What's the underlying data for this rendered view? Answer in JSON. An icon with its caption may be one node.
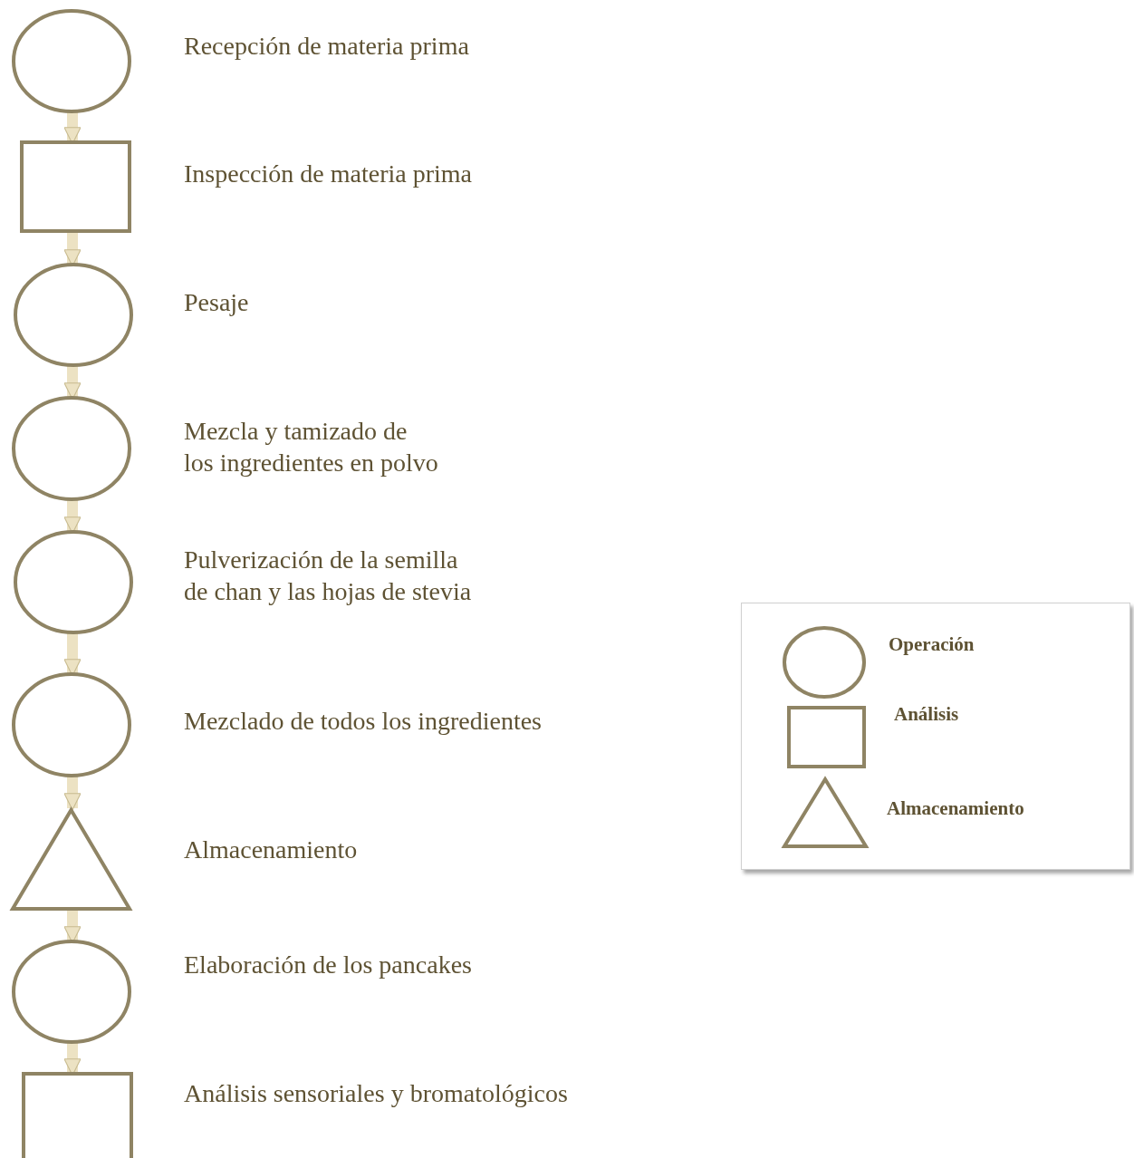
{
  "diagram": {
    "nodes": [
      {
        "text": [],
        "shape": "circle",
        "beside": [
          "Recepción de materia prima"
        ]
      },
      {
        "text": [],
        "shape": "box",
        "beside": [
          "Inspección de materia prima"
        ]
      },
      {
        "text": [],
        "shape": "circle",
        "beside": [
          "Pesaje"
        ]
      },
      {
        "text": [],
        "shape": "circle",
        "beside": [
          "Mezcla y tamizado de los ingredientes en polvo"
        ]
      },
      {
        "text": [],
        "shape": "circle",
        "beside": [
          "Pulverización de la semilla de chan y las hojas de stevia"
        ]
      },
      {
        "text": [],
        "shape": "circle",
        "beside": [
          "Mezclado de todos los ingredientes"
        ]
      },
      {
        "text": [],
        "shape": "triangle",
        "beside": [
          "Almacenamiento"
        ]
      },
      {
        "text": [],
        "shape": "circle",
        "beside": [
          "Elaboración de los pancakes"
        ]
      },
      {
        "text": [],
        "shape": "box",
        "beside": [
          "Análisis sensoriales y bromatológicos"
        ]
      }
    ],
    "edges": [
      {
        "from": 0,
        "to": 1,
        "arrow": "to"
      },
      {
        "from": 1,
        "to": 2,
        "arrow": "to"
      },
      {
        "from": 2,
        "to": 3,
        "arrow": "to"
      },
      {
        "from": 3,
        "to": 4,
        "arrow": "to"
      },
      {
        "from": 4,
        "to": 5,
        "arrow": "to"
      },
      {
        "from": 5,
        "to": 6,
        "arrow": "to"
      },
      {
        "from": 6,
        "to": 7,
        "arrow": "to"
      },
      {
        "from": 7,
        "to": 8,
        "arrow": "to"
      }
    ],
    "legend": [
      {
        "text": "Operación"
      },
      {
        "text": "Análisis"
      },
      {
        "text": "Almacenamiento"
      }
    ]
  }
}
